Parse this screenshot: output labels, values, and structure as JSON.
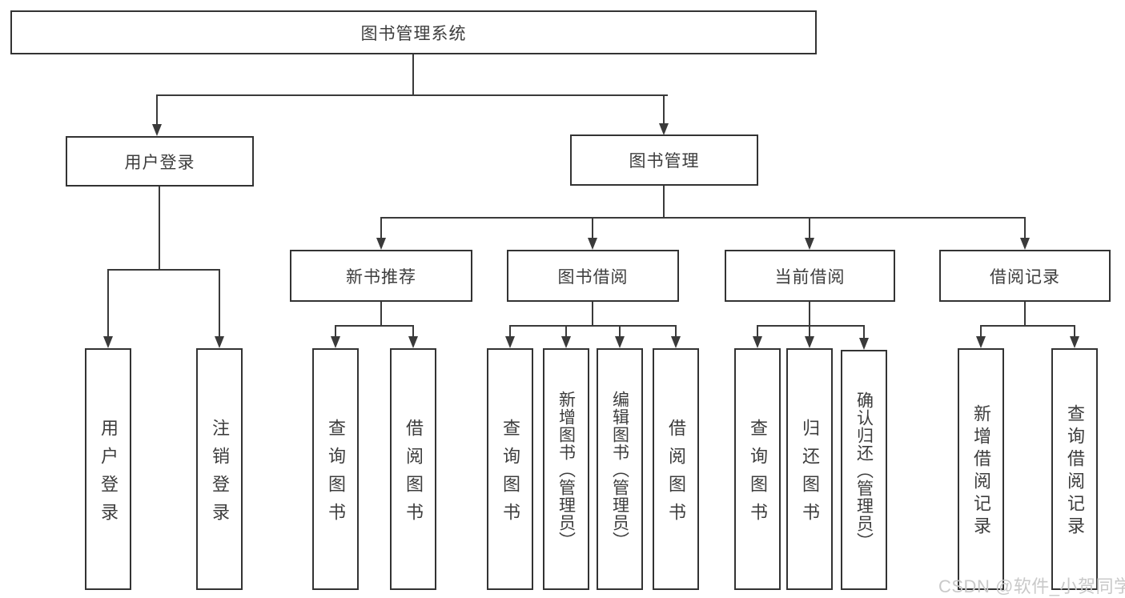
{
  "diagram": {
    "title": "图书管理系统",
    "branches": [
      {
        "label": "用户登录",
        "children": [
          {
            "label": "用户登录"
          },
          {
            "label": "注销登录"
          }
        ]
      },
      {
        "label": "图书管理",
        "children": [
          {
            "label": "新书推荐",
            "children": [
              {
                "label": "查询图书"
              },
              {
                "label": "借阅图书"
              }
            ]
          },
          {
            "label": "图书借阅",
            "children": [
              {
                "label": "查询图书"
              },
              {
                "label": "新增图书（管理员）"
              },
              {
                "label": "编辑图书（管理员）"
              },
              {
                "label": "借阅图书"
              }
            ]
          },
          {
            "label": "当前借阅",
            "children": [
              {
                "label": "查询图书"
              },
              {
                "label": "归还图书"
              },
              {
                "label": "确认归还（管理员）"
              }
            ]
          },
          {
            "label": "借阅记录",
            "children": [
              {
                "label": "新增借阅记录"
              },
              {
                "label": "查询借阅记录"
              }
            ]
          }
        ]
      }
    ]
  },
  "watermark": {
    "text": "CSDN @软件_小贺同学"
  },
  "colors": {
    "line": "#3a3a3a",
    "box_border": "#333333",
    "text": "#3d3d3d",
    "watermark": "#c9c9c9",
    "background": "#ffffff"
  }
}
